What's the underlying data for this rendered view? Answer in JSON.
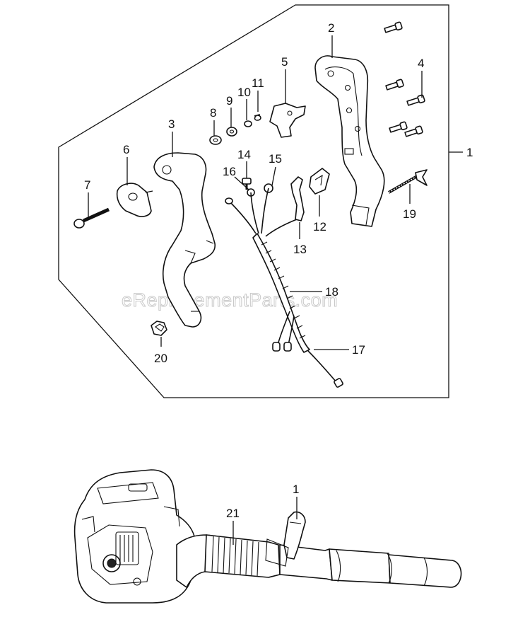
{
  "watermark": "eReplacementParts.com",
  "callouts": {
    "c1": "1",
    "c2": "2",
    "c3": "3",
    "c4": "4",
    "c5": "5",
    "c6": "6",
    "c7": "7",
    "c8": "8",
    "c9": "9",
    "c10": "10",
    "c11": "11",
    "c12": "12",
    "c13": "13",
    "c14": "14",
    "c15": "15",
    "c16": "16",
    "c17": "17",
    "c18": "18",
    "c19": "19",
    "c20": "20",
    "c21": "21",
    "c1b": "1"
  }
}
